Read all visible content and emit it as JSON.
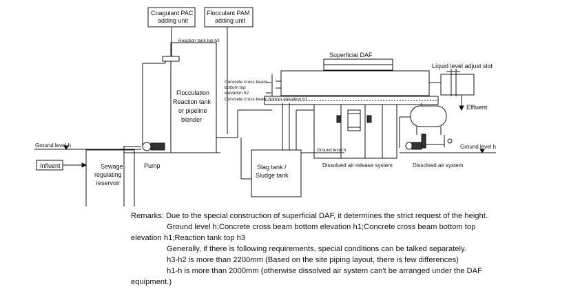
{
  "labels": {
    "coagulant_pac": [
      "Coagulant PAC",
      "adding unit"
    ],
    "flocculant_pam": [
      "Flocculant PAM",
      "adding unit"
    ],
    "reaction_tank_top": "Reaction tank top h3",
    "superficial_daf": "Superficial DAF",
    "liquid_level_adjust_slot": "Liquid level adjust slot",
    "concrete_beam_h2": [
      "Concrete cross beam",
      "bottom top",
      "elevation h2"
    ],
    "concrete_beam_h1": "Concrete cross beam bottom elevation h1",
    "flocculation_tank": [
      "Flocculation",
      "Reaction tank",
      "or pipeline",
      "blender"
    ],
    "effluent": "Effluent",
    "ground_level_left": "Ground level h",
    "ground_level_mid": "Ground level h",
    "ground_level_right": "Ground level h",
    "influent": "Influent",
    "sewage_reservoir": [
      "Sewage",
      "regulating",
      "reservoir"
    ],
    "pump": "Pump",
    "slag_tank": [
      "Slag tank /",
      "Sludge tank"
    ],
    "dissolved_air_release": "Dissolved air release system",
    "dissolved_air_system": "Dissolved air system"
  },
  "remarks": {
    "line1": "Remarks: Due to the special construction of superficial DAF, it determines the strict request of the height.",
    "line2": "Ground level h;Concrete cross beam bottom elevation h1;Concrete cross beam bottom top",
    "line3": "elevation h1;Reaction tank top h3",
    "line4": "Generally, if there is following requirements, special conditions can be talked separately.",
    "line5": "h3-h2 is more than 2200mm (Based on the site piping layout, there is few differences)",
    "line6": "h1-h is more than 2000mm (otherwise dissolved air system can't be arranged under the  DAF",
    "line7": "equipment.)"
  }
}
